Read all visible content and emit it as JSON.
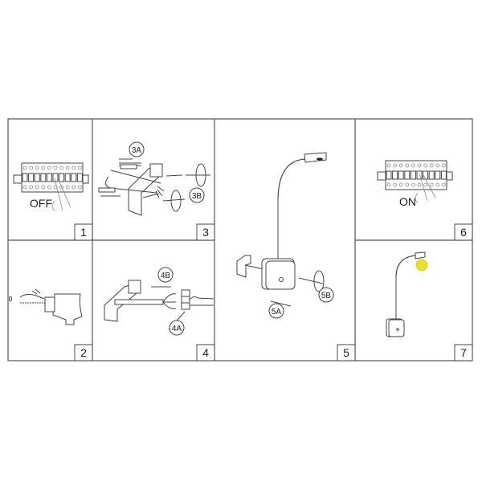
{
  "steps": [
    {
      "number": "1",
      "text": "OFF"
    },
    {
      "number": "2"
    },
    {
      "number": "3",
      "labels": [
        "3A",
        "3B"
      ]
    },
    {
      "number": "4",
      "labels": [
        "4B",
        "4A"
      ]
    },
    {
      "number": "5",
      "labels": [
        "5A",
        "5B"
      ]
    },
    {
      "number": "6",
      "text": "ON"
    },
    {
      "number": "7"
    }
  ],
  "colors": {
    "frame": "#555555",
    "bulb": "#e8e030"
  }
}
